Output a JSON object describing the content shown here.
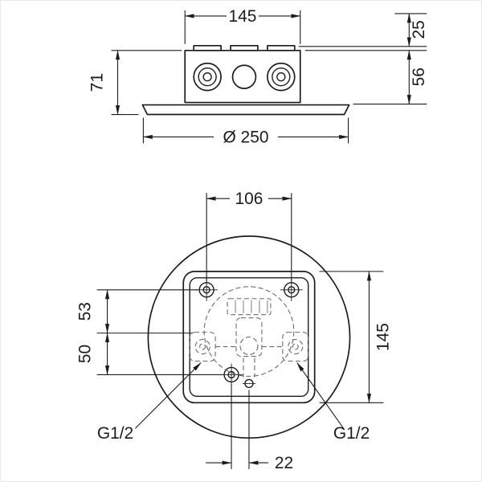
{
  "drawing": {
    "top_view": {
      "width": "145",
      "offset_top": "25",
      "height_body": "56",
      "height_total": "71",
      "base_diameter": "Ø 250"
    },
    "bottom_view": {
      "hole_spacing": "106",
      "offset_upper_left": "53",
      "offset_lower_left": "50",
      "height": "145",
      "connection_left": "G1/2",
      "connection_right": "G1/2",
      "offset_bottom": "22"
    }
  }
}
